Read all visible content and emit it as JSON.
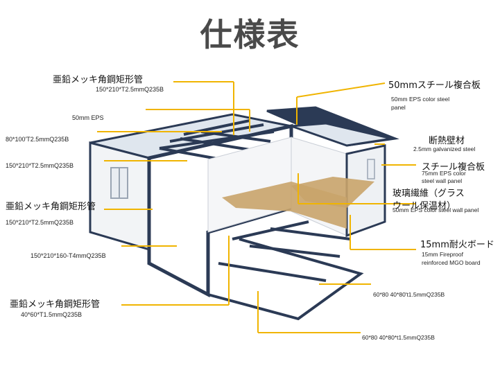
{
  "title": "仕様表",
  "labels": {
    "l1_jp": "亜鉛メッキ角鋼矩形管",
    "l1_en": "150*210*T2.5mmQ235B",
    "l2_en": "50mm EPS",
    "l3_en": "80*100'T2.5mmQ235B",
    "l4_en": "150*210*T2.5mmQ235B",
    "l5_jp": "亜鉛メッキ角鋼矩形管",
    "l5_en": "150*210*T2.5mmQ235B",
    "l6_en": "150*210*160-T4mmQ235B",
    "l7_jp": "亜鉛メッキ角鋼矩形管",
    "l7_en": "40*60*T1.5mmQ235B",
    "r1_jp": "50mmスチール複合板",
    "r1_en1": "50mm EPS color steel",
    "r1_en2": "panel",
    "r2_jp": "断熱壁材",
    "r2_en": "2.5mm galvanized steel",
    "r3_jp": "スチール複合板",
    "r3_en1": "75mm EPS color",
    "r3_en2": "steel wall panel",
    "r4_jp1": "玻璃繊維（グラス",
    "r4_jp2": "ウール保温材）",
    "r4_en": "50mm EPS color steel wall panel",
    "r5_jp": "15mm耐火ボード",
    "r5_en1": "15mm Fireproof",
    "r5_en2": "reinforced MGO board",
    "r6_en": "60*80 40*80't1.5mmQ235B",
    "r7_en": "60*80 40*80*t1.5mmQ235B"
  },
  "colors": {
    "frame": "#2b3a55",
    "leader": "#f0b400",
    "wall": "#f2f4f6",
    "floor": "#c9a46a",
    "roof": "#6b7a8f"
  }
}
